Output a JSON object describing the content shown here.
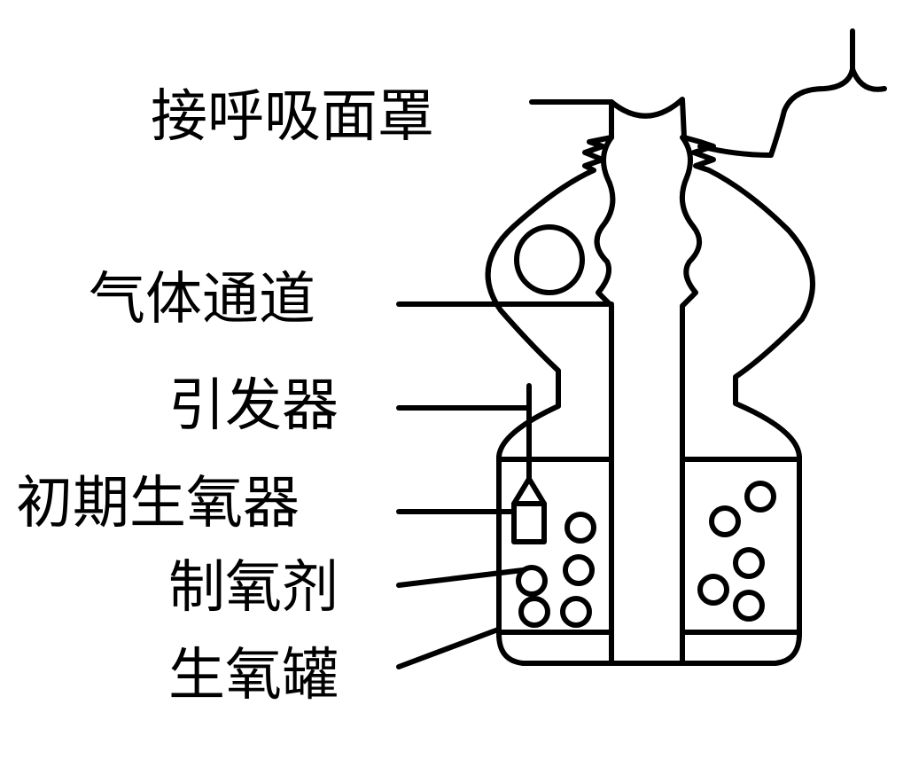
{
  "labels": {
    "mask": "接呼吸面罩",
    "gas_channel": "气体通道",
    "igniter": "引发器",
    "initial_generator": "初期生氧器",
    "oxygen_agent": "制氧剂",
    "oxygen_tank": "生氧罐"
  },
  "colors": {
    "line": "#000000",
    "background": "#ffffff"
  }
}
